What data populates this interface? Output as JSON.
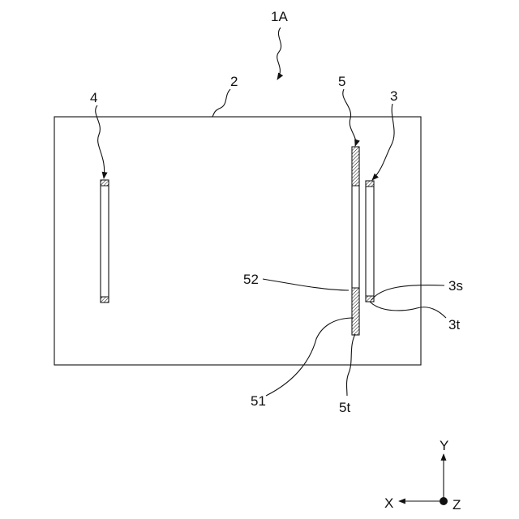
{
  "figure": {
    "labels": {
      "device": "1A",
      "board": "2",
      "element_3": "3",
      "element_4": "4",
      "element_5": "5",
      "side_3s": "3s",
      "tip_3t": "3t",
      "segment_51": "51",
      "segment_52": "52",
      "tip_5t": "5t"
    },
    "axes": {
      "x": "X",
      "y": "Y",
      "z": "Z"
    }
  }
}
